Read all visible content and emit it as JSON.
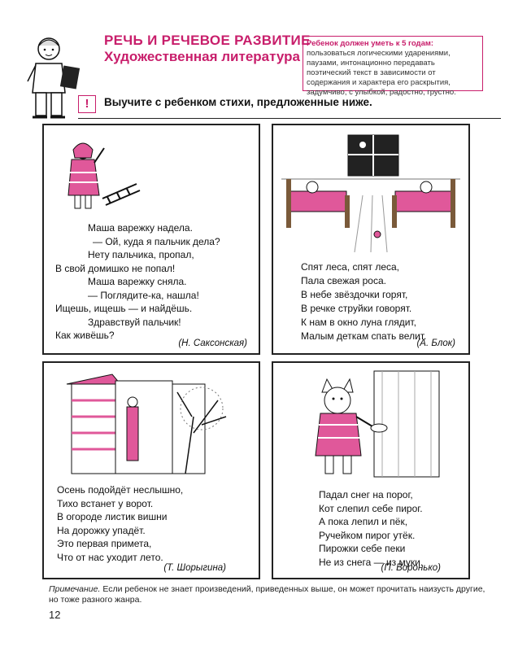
{
  "header": {
    "title_line1": "РЕЧЬ И РЕЧЕВОЕ РАЗВИТИЕ",
    "title_line2": "Художественная литература",
    "requirement_lead": "Ребенок должен уметь к 5 годам:",
    "requirement_text": "пользоваться логическими ударениями, паузами, интонационно передавать поэтический текст в зависимости от содержания и характера его раскрытия, задумчиво, с улыбкой, радостно, грустно.",
    "alert_symbol": "!",
    "instruction": "Выучите с ребенком стихи, предложенные ниже."
  },
  "cards": [
    {
      "lines": [
        "Маша варежку надела.",
        "— Ой, куда я пальчик дела?",
        "Нету пальчика, пропал,",
        "В свой домишко не попал!",
        "Маша варежку сняла.",
        "— Поглядите-ка, нашла!",
        "Ищешь, ищешь — и найдёшь.",
        "Здравствуй пальчик!",
        "Как живёшь?"
      ],
      "author": "(Н. Саксонская)"
    },
    {
      "lines": [
        "Спят леса, спят леса,",
        "Пала свежая роса.",
        "В небе звёздочки горят,",
        "В речке струйки говорят.",
        "К нам в окно луна глядит,",
        "Малым деткам спать велит."
      ],
      "author": "(А. Блок)"
    },
    {
      "lines": [
        "Осень подойдёт неслышно,",
        "Тихо встанет у ворот.",
        "В огороде листик вишни",
        "На дорожку упадёт.",
        "Это первая примета,",
        "Что от нас уходит лето."
      ],
      "author": "(Т. Шорыгина)"
    },
    {
      "lines": [
        "Падал снег на порог,",
        "Кот слепил себе пирог.",
        "А пока лепил и пёк,",
        "Ручейком пирог утёк.",
        "Пирожки себе пеки",
        "Не из снега — из муки."
      ],
      "author": "(П. Воронько)"
    }
  ],
  "note": {
    "label": "Примечание.",
    "text": "Если ребенок не знает произведений, приведенных выше, он может прочитать наизусть другие, но тоже разного жанра."
  },
  "page_number": "12",
  "colors": {
    "accent": "#c81e6b",
    "ink": "#111111"
  }
}
